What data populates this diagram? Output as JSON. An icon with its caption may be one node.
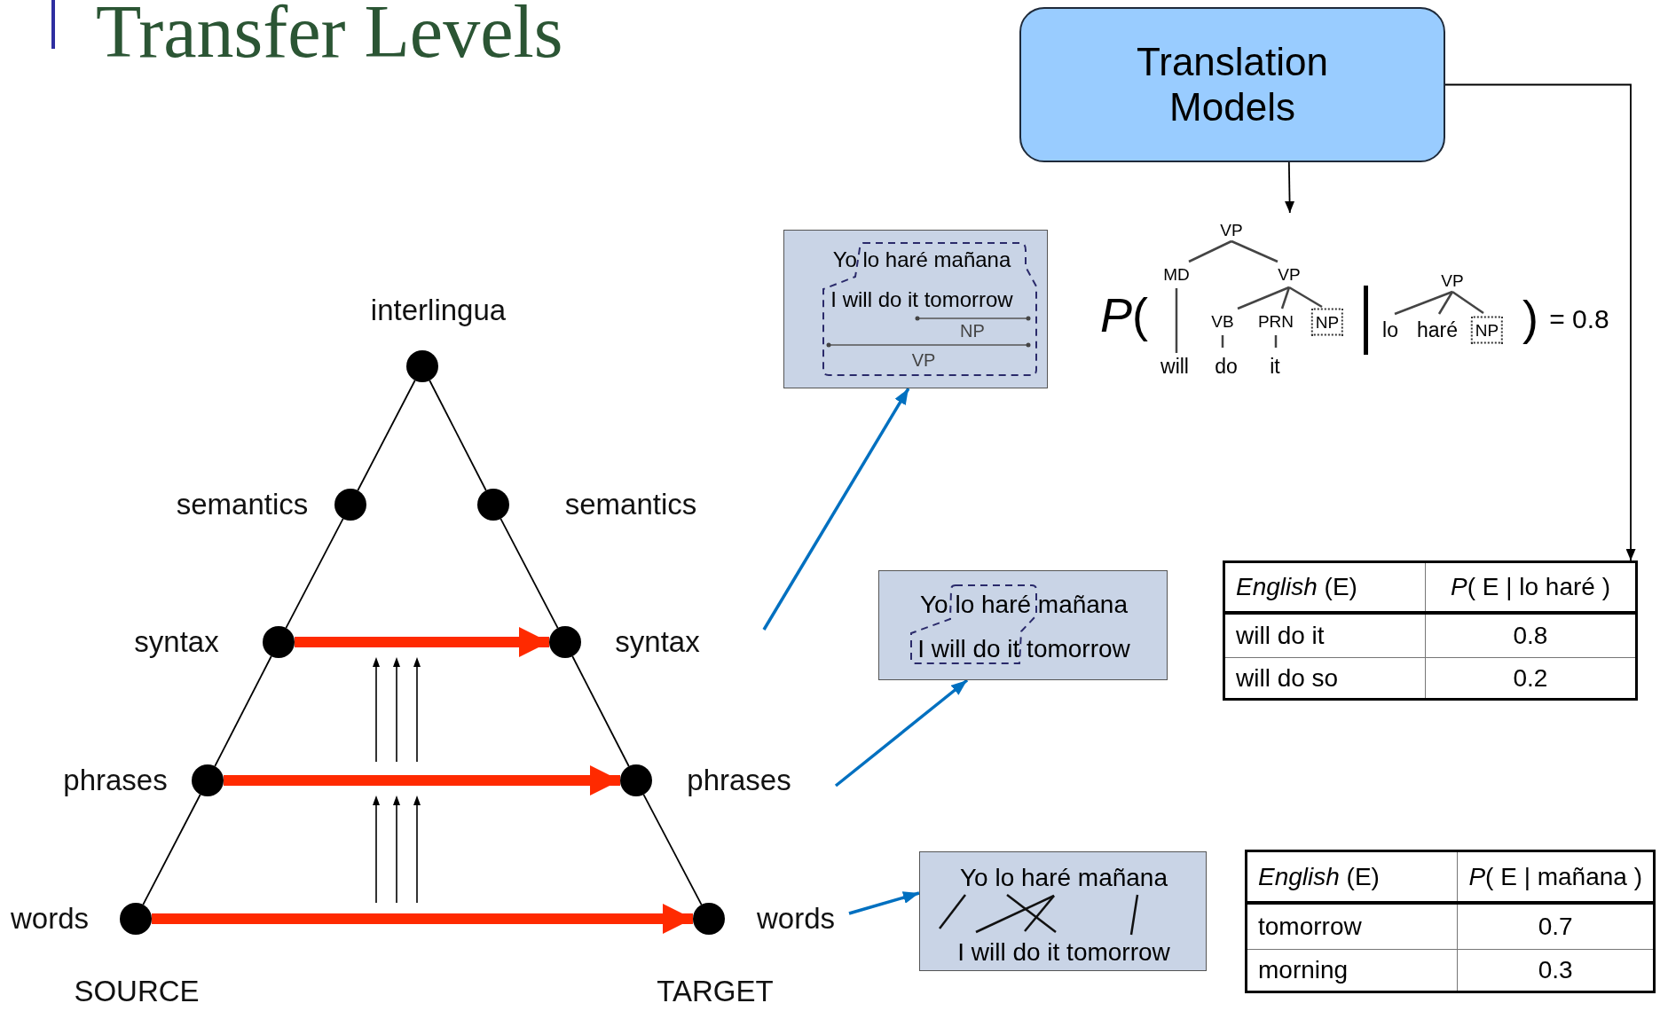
{
  "diagram": {
    "title": "Transfer Levels",
    "nodes": [
      {
        "text": [
          "Translation Models"
        ]
      },
      {
        "text": [
          "*P*(",
          "VP",
          "MD",
          "VP",
          "VB",
          "PRN",
          "NP",
          "will",
          "do",
          "it",
          "VP",
          "lo",
          "haré",
          "NP",
          ")",
          "= 0.8"
        ]
      },
      {
        "text": [
          "*English* (E)",
          "*P*( E | lo haré )",
          "will do it",
          "0.8",
          "will do so",
          "0.2"
        ]
      },
      {
        "text": [
          "Yo lo haré mañana",
          "I will do it tomorrow",
          "NP",
          "VP"
        ]
      },
      {
        "text": [
          "Yo lo haré mañana",
          "I will do it tomorrow"
        ]
      },
      {
        "text": [
          "Yo lo haré mañana",
          "I will do it tomorrow"
        ]
      },
      {
        "text": [
          "*English* (E)",
          "*P*( E | mañana )",
          "tomorrow",
          "0.7",
          "morning",
          "0.3"
        ]
      },
      {
        "text": [],
        "shape": "circle",
        "beside": [
          "interlingua"
        ]
      },
      {
        "text": [],
        "shape": "circle",
        "beside": [
          "semantics"
        ]
      },
      {
        "text": [],
        "shape": "circle",
        "beside": [
          "semantics"
        ]
      },
      {
        "text": [],
        "shape": "circle",
        "beside": [
          "syntax"
        ]
      },
      {
        "text": [],
        "shape": "circle",
        "beside": [
          "syntax"
        ]
      },
      {
        "text": [],
        "shape": "circle",
        "beside": [
          "phrases"
        ]
      },
      {
        "text": [],
        "shape": "circle",
        "beside": [
          "phrases"
        ]
      },
      {
        "text": [],
        "shape": "circle",
        "beside": [
          "words"
        ]
      },
      {
        "text": [],
        "shape": "circle",
        "beside": [
          "words"
        ]
      }
    ],
    "edges": [
      {
        "from": 0,
        "to": 1,
        "arrow": "to"
      },
      {
        "from": 0,
        "to": 2,
        "arrow": "to"
      },
      {
        "from": 14,
        "to": 12,
        "arrow": "none"
      },
      {
        "from": 12,
        "to": 10,
        "arrow": "none"
      },
      {
        "from": 10,
        "to": 8,
        "arrow": "none"
      },
      {
        "from": 8,
        "to": 7,
        "arrow": "none"
      },
      {
        "from": 7,
        "to": 9,
        "arrow": "none"
      },
      {
        "from": 9,
        "to": 11,
        "arrow": "none"
      },
      {
        "from": 11,
        "to": 13,
        "arrow": "none"
      },
      {
        "from": 13,
        "to": 15,
        "arrow": "none"
      },
      {
        "from": 10,
        "to": 11,
        "arrow": "to",
        "style": "thick",
        "color": "#ff2a00"
      },
      {
        "from": 12,
        "to": 13,
        "arrow": "to",
        "style": "thick",
        "color": "#ff2a00"
      },
      {
        "from": 14,
        "to": 15,
        "arrow": "to",
        "style": "thick",
        "color": "#ff2a00"
      },
      {
        "from": null,
        "to": 3,
        "arrow": "to",
        "color": "#0070c0"
      },
      {
        "from": null,
        "to": 4,
        "arrow": "to",
        "color": "#0070c0"
      },
      {
        "from": 15,
        "to": 5,
        "arrow": "to",
        "color": "#0070c0"
      }
    ],
    "labels": [
      "SOURCE",
      "TARGET"
    ]
  }
}
